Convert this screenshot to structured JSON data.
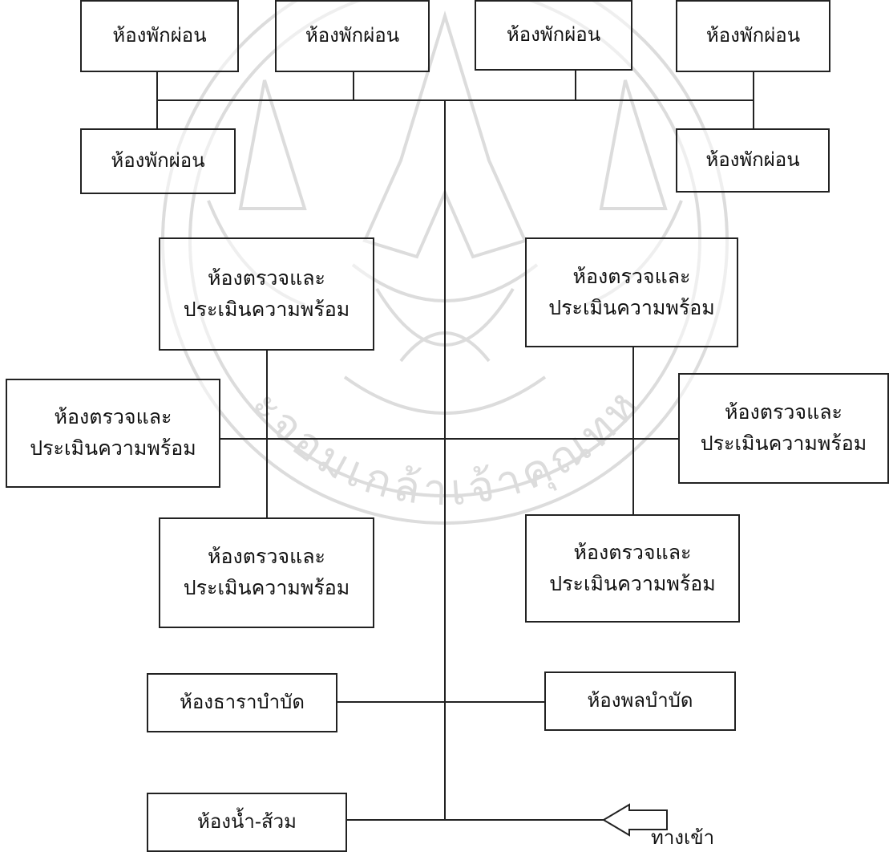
{
  "rooms": {
    "rest_1": "ห้องพักผ่อน",
    "rest_2": "ห้องพักผ่อน",
    "rest_3": "ห้องพักผ่อน",
    "rest_4": "ห้องพักผ่อน",
    "rest_5": "ห้องพักผ่อน",
    "rest_6": "ห้องพักผ่อน",
    "exam_1": "ห้องตรวจและ\nประเมินความพร้อม",
    "exam_2": "ห้องตรวจและ\nประเมินความพร้อม",
    "exam_3": "ห้องตรวจและ\nประเมินความพร้อม",
    "exam_4": "ห้องตรวจและ\nประเมินความพร้อม",
    "exam_5": "ห้องตรวจและ\nประเมินความพร้อม",
    "exam_6": "ห้องตรวจและ\nประเมินความพร้อม",
    "hydrotherapy": "ห้องธาราบำบัด",
    "physiotherapy": "ห้องพลบำบัด",
    "restroom": "ห้องน้ำ-ส้วม"
  },
  "entrance": {
    "label": "ทางเข้า",
    "icon": "left-arrow-icon"
  },
  "watermark": {
    "text": "พระจอมเกล้าเจ้าคุณทหาร",
    "icon": "university-seal-icon"
  },
  "colors": {
    "line": "#222222",
    "watermark": "#d9d9d9"
  }
}
